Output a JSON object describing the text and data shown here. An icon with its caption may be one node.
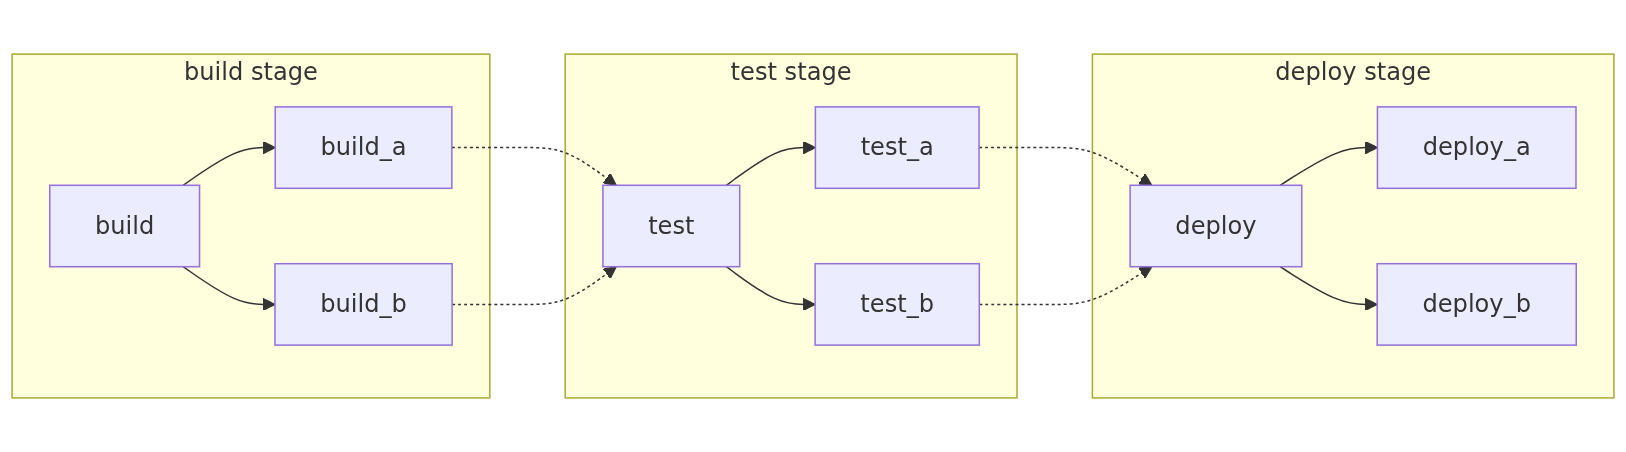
{
  "diagram": {
    "nodes": [
      {
        "text": [
          "build stage"
        ]
      },
      {
        "text": [
          "build"
        ],
        "in": 0
      },
      {
        "text": [
          "build_a"
        ],
        "in": 0
      },
      {
        "text": [
          "build_b"
        ],
        "in": 0
      },
      {
        "text": [
          "test stage"
        ]
      },
      {
        "text": [
          "test"
        ],
        "in": 4
      },
      {
        "text": [
          "test_a"
        ],
        "in": 4
      },
      {
        "text": [
          "test_b"
        ],
        "in": 4
      },
      {
        "text": [
          "deploy stage"
        ]
      },
      {
        "text": [
          "deploy"
        ],
        "in": 8
      },
      {
        "text": [
          "deploy_a"
        ],
        "in": 8
      },
      {
        "text": [
          "deploy_b"
        ],
        "in": 8
      }
    ],
    "edges": [
      {
        "from": 1,
        "to": 2,
        "arrow": "to"
      },
      {
        "from": 1,
        "to": 3,
        "arrow": "to"
      },
      {
        "from": 2,
        "to": 5,
        "arrow": "to",
        "style": "dashed"
      },
      {
        "from": 3,
        "to": 5,
        "arrow": "to",
        "style": "dashed"
      },
      {
        "from": 5,
        "to": 6,
        "arrow": "to"
      },
      {
        "from": 5,
        "to": 7,
        "arrow": "to"
      },
      {
        "from": 6,
        "to": 9,
        "arrow": "to",
        "style": "dashed"
      },
      {
        "from": 7,
        "to": 9,
        "arrow": "to",
        "style": "dashed"
      },
      {
        "from": 9,
        "to": 10,
        "arrow": "to"
      },
      {
        "from": 9,
        "to": 11,
        "arrow": "to"
      }
    ]
  }
}
